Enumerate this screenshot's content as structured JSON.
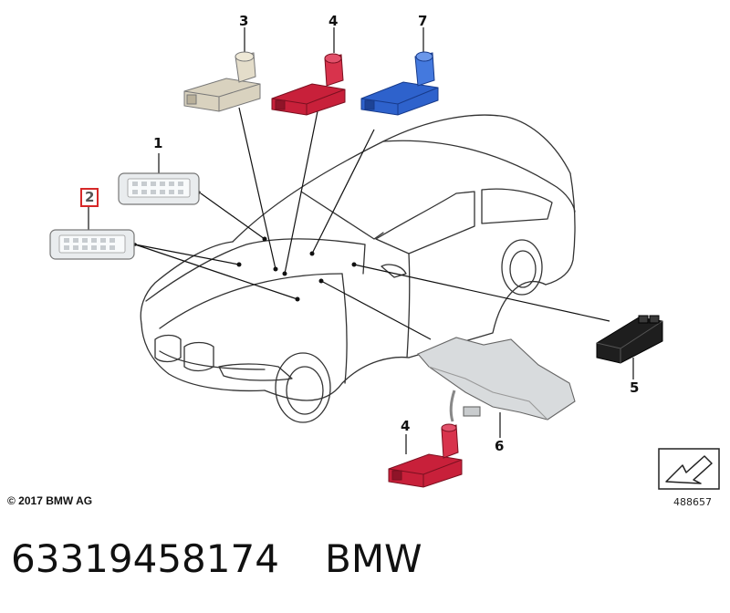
{
  "callouts": {
    "c1": "1",
    "c2": "2",
    "c3": "3",
    "c4_top": "4",
    "c4_bottom": "4",
    "c5": "5",
    "c6": "6",
    "c7": "7"
  },
  "highlighted_callout": "2",
  "footer": {
    "copyright": "© 2017 BMW AG",
    "diagram_number": "488657"
  },
  "title": {
    "part_number": "63319458174",
    "brand": "BMW"
  },
  "colors": {
    "beige_connector": "#d9d2bf",
    "red_connector": "#c8203a",
    "blue_connector": "#2e62cc",
    "black_module": "#1e1e1e",
    "highlight_box": "#d62828"
  }
}
